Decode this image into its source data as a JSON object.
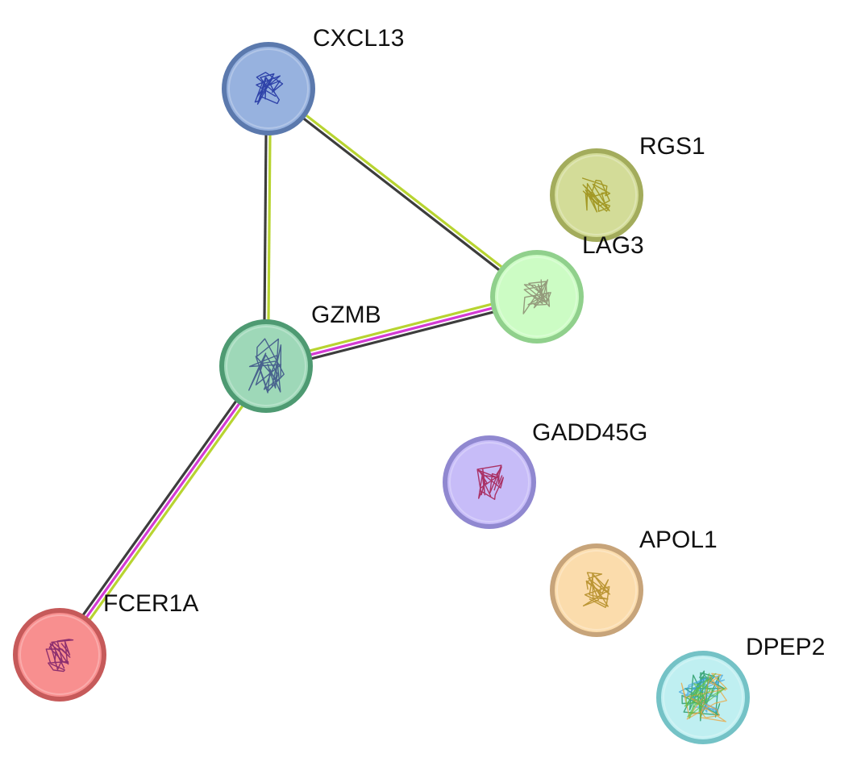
{
  "network": {
    "nodes": [
      {
        "id": "CXCL13",
        "label": "CXCL13",
        "fill": "#97b2df",
        "stroke": "#5b79ad",
        "structure_color": "#1c2fa0",
        "structure_icon": "protein-structure-icon"
      },
      {
        "id": "RGS1",
        "label": "RGS1",
        "fill": "#d3dc98",
        "stroke": "#a3ac5c",
        "structure_color": "#9a8d10",
        "structure_icon": "protein-structure-icon"
      },
      {
        "id": "LAG3",
        "label": "LAG3",
        "fill": "#ccfcc4",
        "stroke": "#90d08c",
        "structure_color": "#8a8a70",
        "structure_icon": "protein-structure-icon"
      },
      {
        "id": "GZMB",
        "label": "GZMB",
        "fill": "#9ed8b8",
        "stroke": "#4e9a72",
        "structure_color": "#3a4f86",
        "structure_icon": "protein-structure-icon"
      },
      {
        "id": "GADD45G",
        "label": "GADD45G",
        "fill": "#c7bcf8",
        "stroke": "#9088d0",
        "structure_color": "#a41a4c",
        "structure_icon": "protein-structure-icon"
      },
      {
        "id": "APOL1",
        "label": "APOL1",
        "fill": "#fbdcac",
        "stroke": "#c7a47a",
        "structure_color": "#b08a20",
        "structure_icon": "protein-structure-icon"
      },
      {
        "id": "FCER1A",
        "label": "FCER1A",
        "fill": "#f88f8f",
        "stroke": "#c65a5a",
        "structure_color": "#7a1e6a",
        "structure_icon": "protein-structure-icon"
      },
      {
        "id": "DPEP2",
        "label": "DPEP2",
        "fill": "#bfeff1",
        "stroke": "#74c2c6",
        "structure_color": "#2a9c6a",
        "structure_icon": "protein-structure-icon"
      }
    ],
    "edges": [
      {
        "source": "CXCL13",
        "target": "GZMB",
        "evidence": [
          "#b8d431",
          "#3d3d3d"
        ]
      },
      {
        "source": "CXCL13",
        "target": "LAG3",
        "evidence": [
          "#b8d431",
          "#3d3d3d"
        ]
      },
      {
        "source": "GZMB",
        "target": "LAG3",
        "evidence": [
          "#b8d431",
          "#d43bd4",
          "#3d3d3d"
        ]
      },
      {
        "source": "GZMB",
        "target": "FCER1A",
        "evidence": [
          "#b8d431",
          "#d43bd4",
          "#3d3d3d"
        ]
      }
    ]
  }
}
